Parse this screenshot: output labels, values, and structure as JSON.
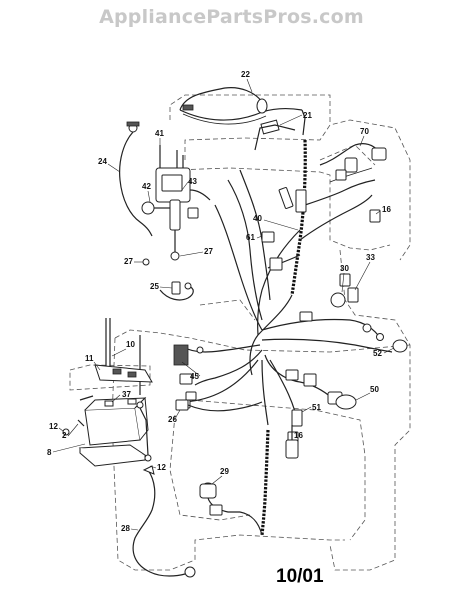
{
  "header": {
    "watermark": "AppliancePartsPros.com"
  },
  "footer": {
    "date_code": "10/01"
  },
  "callouts": [
    "22",
    "21",
    "70",
    "41",
    "24",
    "42",
    "43",
    "40",
    "16",
    "61",
    "27",
    "27",
    "30",
    "33",
    "25",
    "10",
    "11",
    "52",
    "45",
    "50",
    "37",
    "12",
    "2",
    "26",
    "51",
    "16",
    "8",
    "12",
    "29",
    "28"
  ],
  "colors": {
    "line": "#222222",
    "frame": "#555555",
    "watermark": "#c8c8c8"
  }
}
